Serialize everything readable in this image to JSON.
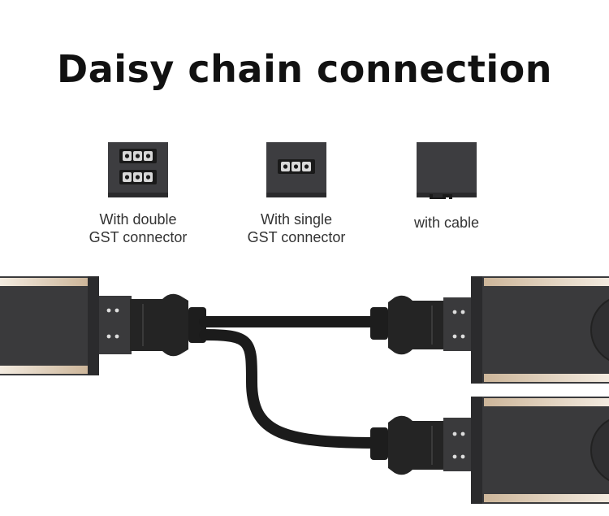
{
  "title": "Daisy chain connection",
  "options": [
    {
      "icon": "double-gst-connector-icon",
      "line1": "With double",
      "line2": "GST connector"
    },
    {
      "icon": "single-gst-connector-icon",
      "line1": "With single",
      "line2": "GST connector"
    },
    {
      "icon": "cable-outlet-icon",
      "line1": "with cable",
      "line2": ""
    }
  ],
  "colors": {
    "housing": "#3a3a3c",
    "housing_dark": "#2a2a2c",
    "trim": "#d9c7ad",
    "cable": "#1b1b1b",
    "plug": "#242424"
  }
}
